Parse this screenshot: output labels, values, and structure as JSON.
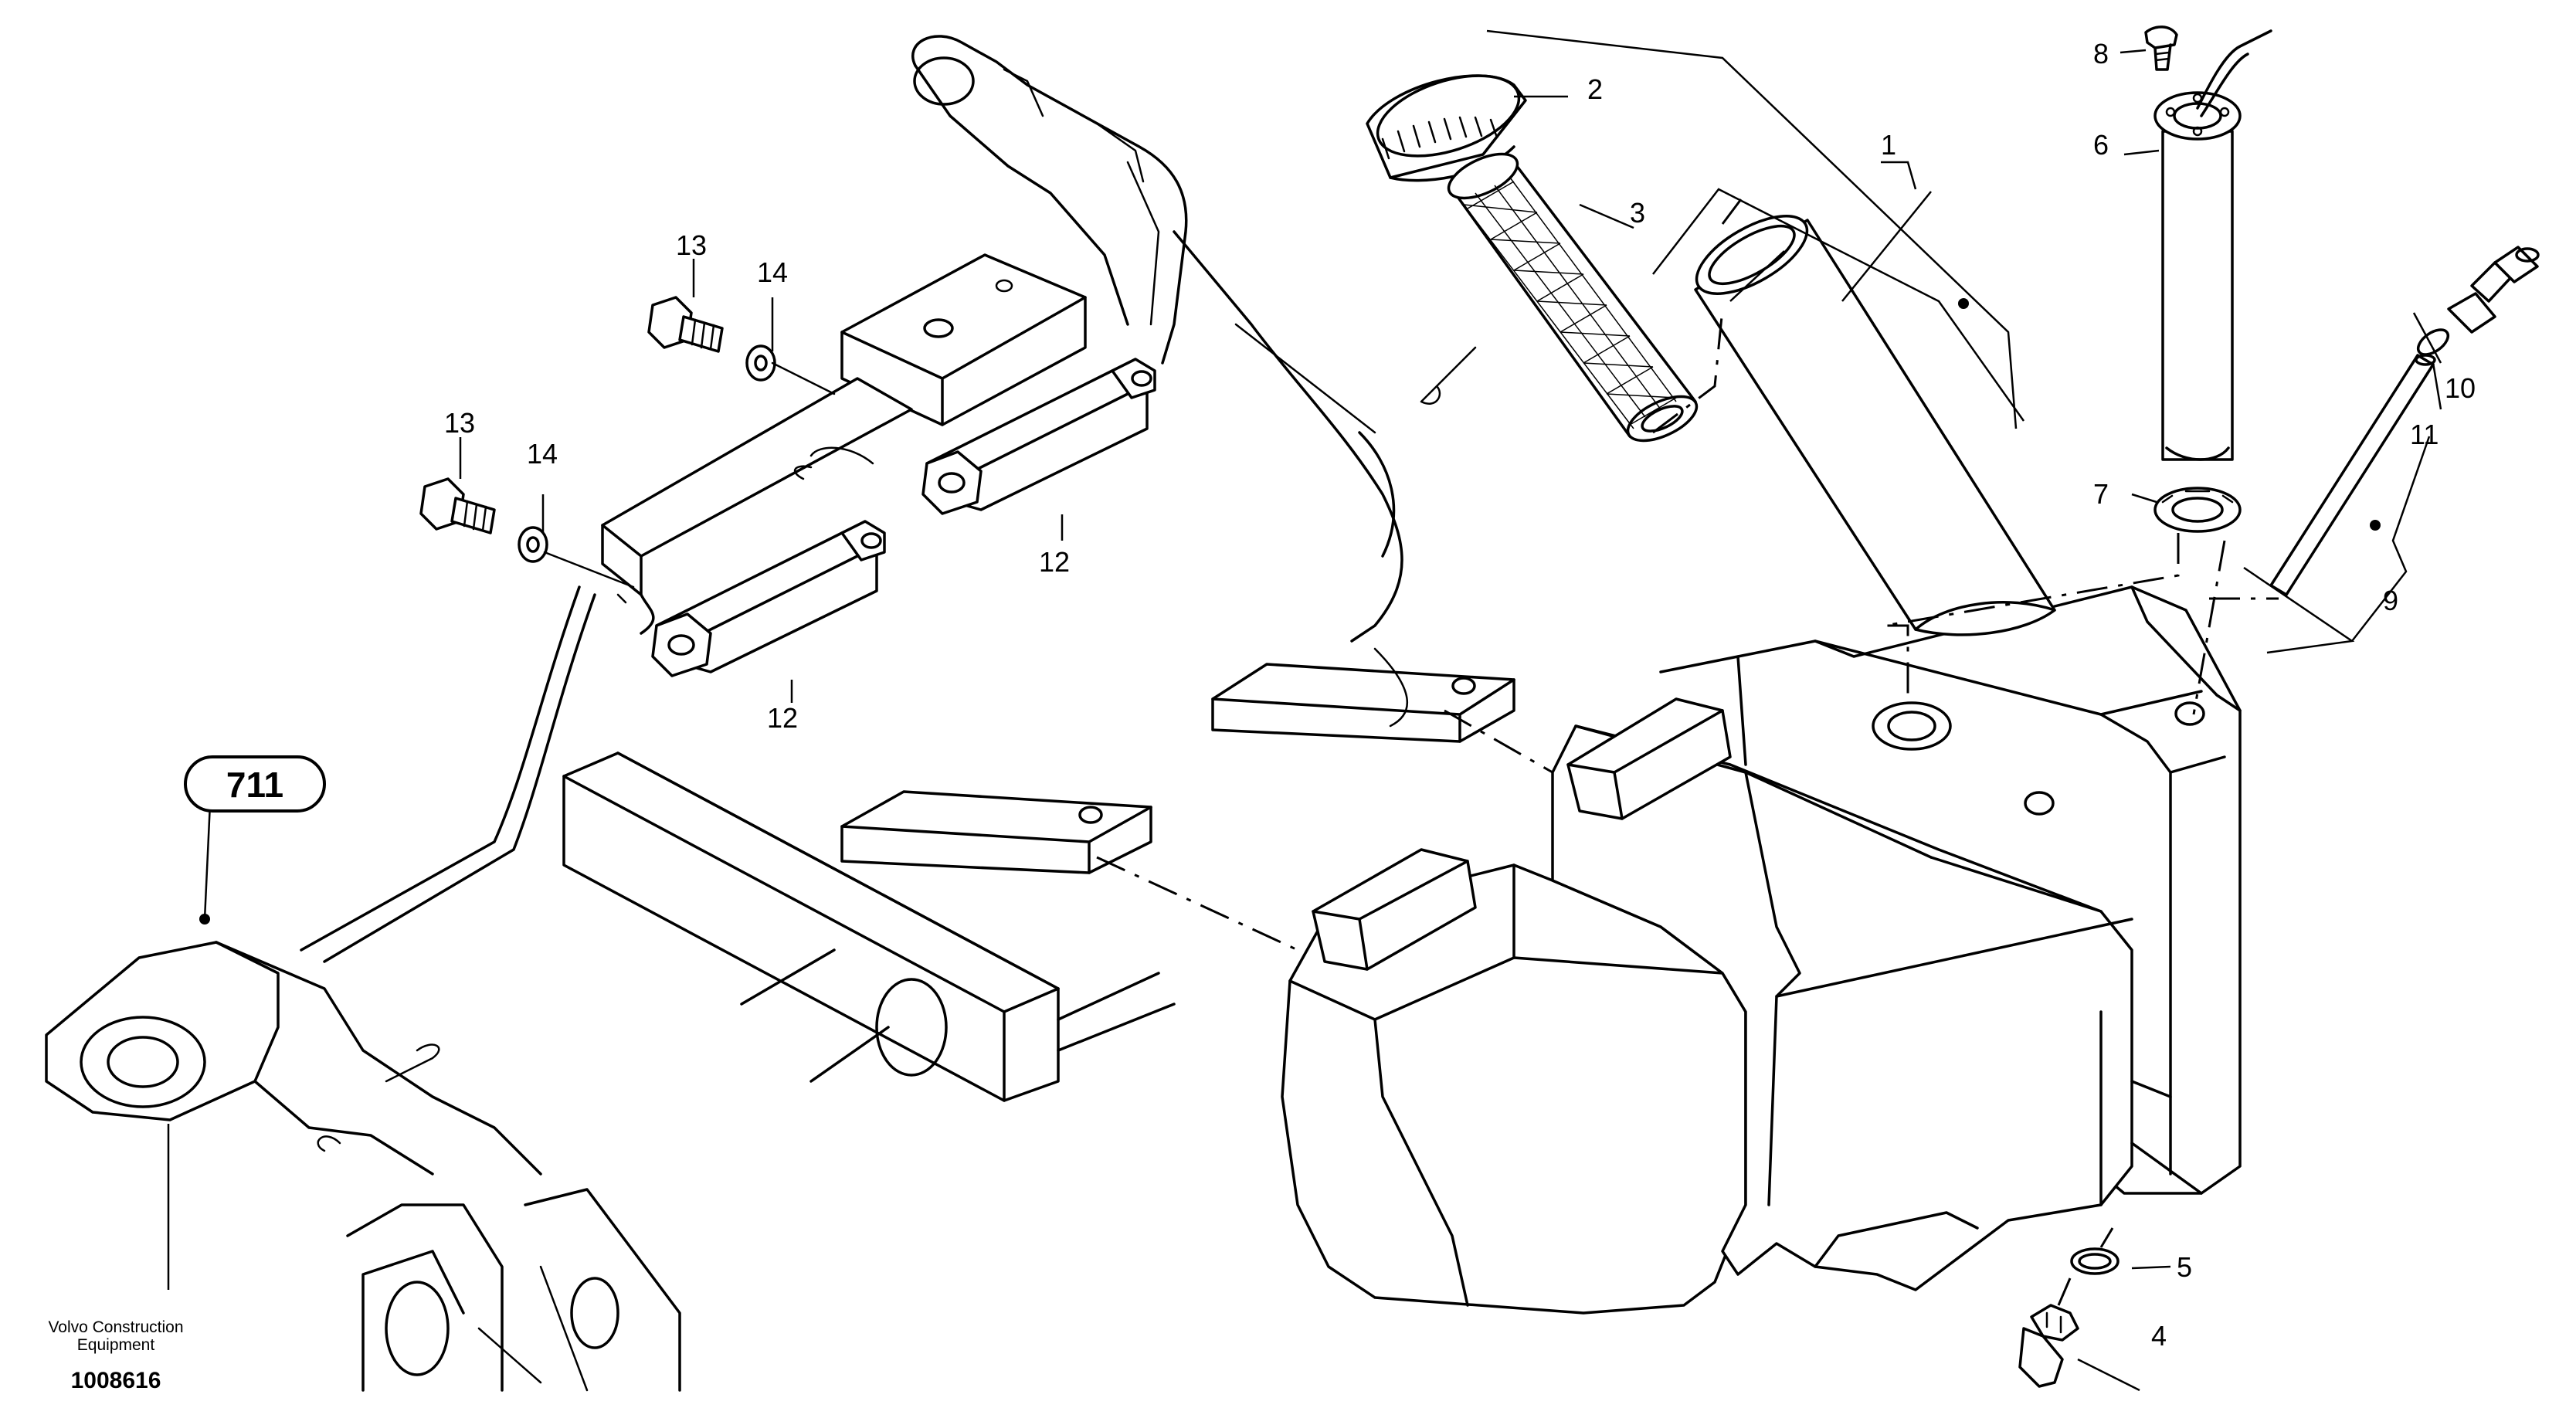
{
  "callouts": {
    "c1": "1",
    "c2": "2",
    "c3": "3",
    "c4": "4",
    "c5": "5",
    "c6": "6",
    "c7": "7",
    "c8": "8",
    "c9": "9",
    "c10": "10",
    "c11": "11",
    "c12a": "12",
    "c12b": "12",
    "c13a": "13",
    "c13b": "13",
    "c14a": "14",
    "c14b": "14"
  },
  "reference_badge": "711",
  "footer": {
    "company_line1": "Volvo Construction",
    "company_line2": "Equipment",
    "document_number": "1008616"
  }
}
